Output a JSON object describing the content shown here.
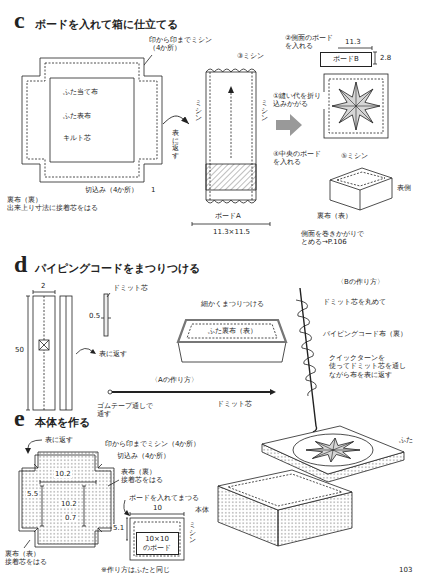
{
  "diagram": {
    "nodes": [
      {
        "text": [
          "ふた当て布",
          "ふた表布",
          "キルト芯"
        ]
      },
      {
        "text": [
          "ミシン",
          "ミシン"
        ]
      },
      {
        "text": [
          "ボードB"
        ]
      },
      {
        "text": [
          "ふた裏布（表）"
        ]
      },
      {
        "text": [
          "10×10 のボード"
        ]
      }
    ],
    "edges": [
      {
        "from": 0,
        "to": 1,
        "arrow": "to",
        "label": "表に返す"
      }
    ],
    "labels": [
      "c",
      "ボードを入れて箱に仕立てる",
      "印から印までミシン （4か所）",
      "切込み（4か所）",
      "1",
      "裏布（裏） 出来上り寸法に接着芯をはる",
      "③ミシン",
      "ボードA",
      "11.3×11.5",
      "②側面のボード を入れる",
      "11.3",
      "2.8",
      "①縫い代を折り 込みかがる",
      "④中央のボード を入れる",
      "⑤ミシン",
      "裏布（表）",
      "表側",
      "側面を巻きかがりで とめる→P.106",
      "d",
      "パイピングコードをまつりつける",
      "2",
      "50",
      "ドミット芯",
      "0.5",
      "表に返す",
      "細かくまつりつける",
      "〈Aの作り方〉",
      "ゴムテープ通しで 通す",
      "ドミット芯",
      "〈Bの作り方〉",
      "ドミット芯を丸めて",
      "パイピングコード布（裏）",
      "クイックターンを 使ってドミット芯を通し ながら布を表に返す",
      "e",
      "本体を作る",
      "表に返す",
      "10.2",
      "5.5",
      "10.2",
      "印から印までミシン（4か所）",
      "切込み（4か所）",
      "表布（裏） 接着芯をはる",
      "0.7",
      "裏布（表） 接着芯をはる",
      "ボードを入れてまつる",
      "5.1",
      "10",
      "ミシン",
      "※作り方はふたと同じ",
      "ふた",
      "本体",
      "103"
    ]
  }
}
